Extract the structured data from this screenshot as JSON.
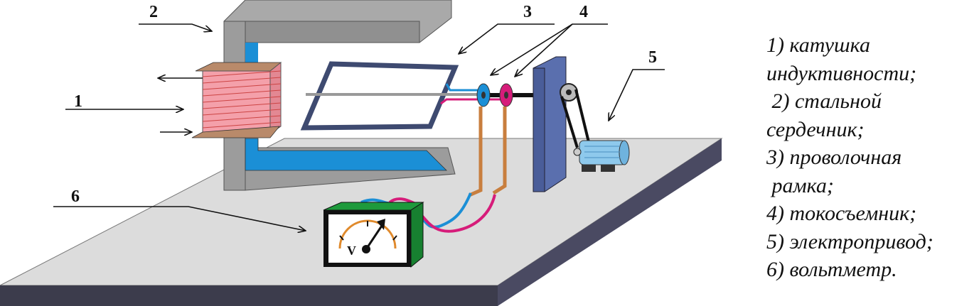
{
  "labels": {
    "n1": "1",
    "n2": "2",
    "n3": "3",
    "n4": "4",
    "n5": "5",
    "n6": "6"
  },
  "voltmeter_symbol": "V",
  "legend": [
    "1) катушка",
    "индуктивности;",
    " 2) стальной",
    "сердечник;",
    "3) проволочная",
    " рамка;",
    "4) токосъемник;",
    "5) электропривод;",
    "6) вольтметр."
  ],
  "colors": {
    "platform": "#dcdcdc",
    "core": "#9a9a9a",
    "pole": "#1b8fd6",
    "coil": "#f4a0aa",
    "frame": "#3e4a70",
    "board": "#5a6fae",
    "meter": "#1e9a3c",
    "wire_blue": "#1b8fd6",
    "wire_pink": "#d61c7a"
  }
}
